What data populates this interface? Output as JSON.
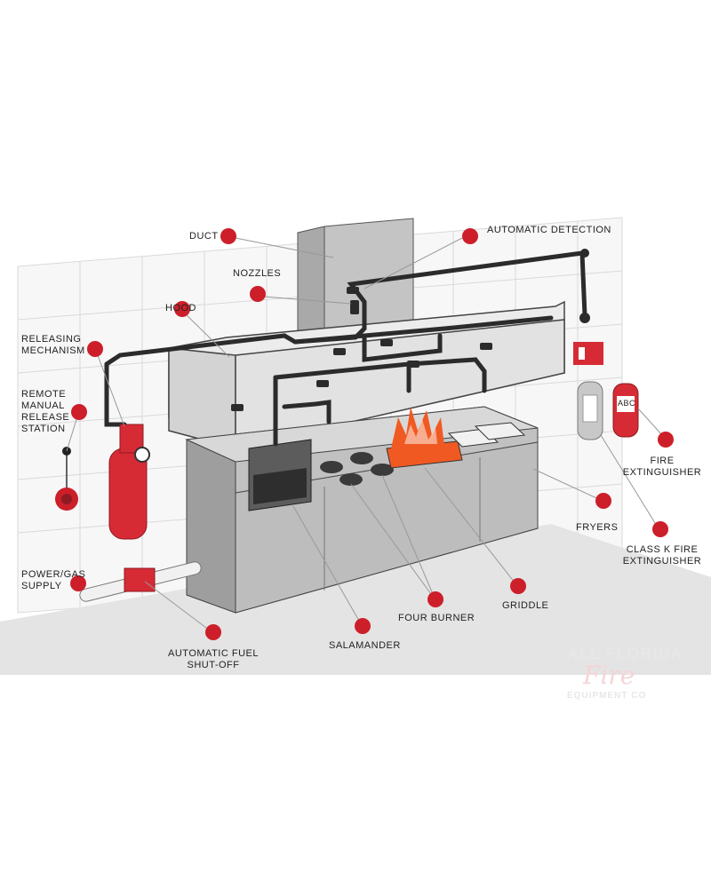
{
  "labels": {
    "duct": "DUCT",
    "automatic_detection": "AUTOMATIC DETECTION",
    "nozzles": "NOZZLES",
    "hood": "HOOD",
    "releasing_mechanism": "RELEASING\nMECHANISM",
    "remote_manual_release": "REMOTE\nMANUAL\nRELEASE\nSTATION",
    "fire_extinguisher": "FIRE\nEXTINGUISHER",
    "fryers": "FRYERS",
    "class_k_extinguisher": "CLASS K FIRE\nEXTINGUISHER",
    "power_gas_supply": "POWER/GAS\nSUPPLY",
    "griddle": "GRIDDLE",
    "four_burner": "FOUR BURNER",
    "salamander": "SALAMANDER",
    "automatic_fuel_shutoff": "AUTOMATIC FUEL\nSHUT-OFF",
    "extinguisher_tag": "ABC"
  },
  "logo": {
    "line1": "ALL FLORIDA",
    "line2": "Fire",
    "line3": "EQUIPMENT CO"
  },
  "colors": {
    "accent_red": "#cc1f2a",
    "steel": "#b9b9b9",
    "pipe": "#2b2b2b",
    "flame": "#f05a22"
  }
}
